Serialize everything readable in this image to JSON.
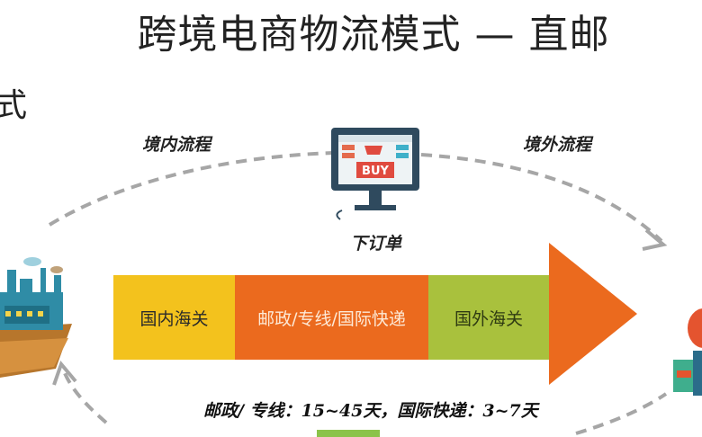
{
  "title": "跨境电商物流模式 — 直邮",
  "left_cut_text": "式",
  "labels": {
    "domestic_flow": "境内流程",
    "overseas_flow": "境外流程",
    "place_order": "下订单"
  },
  "monitor": {
    "buy_text": "BUY"
  },
  "pipeline": [
    {
      "label": "国内海关",
      "color": "#f3c21d"
    },
    {
      "label": "邮政/专线/国际快递",
      "color": "#eb6a1e"
    },
    {
      "label": "国外海关",
      "color": "#a9c13d"
    }
  ],
  "arrow_color": "#eb6a1e",
  "timing": "邮政/ 专线：15~45天，国际快递：3~7天",
  "icons": [
    "factory-icon",
    "computer-buy-icon",
    "shopper-icon",
    "package-icon"
  ]
}
